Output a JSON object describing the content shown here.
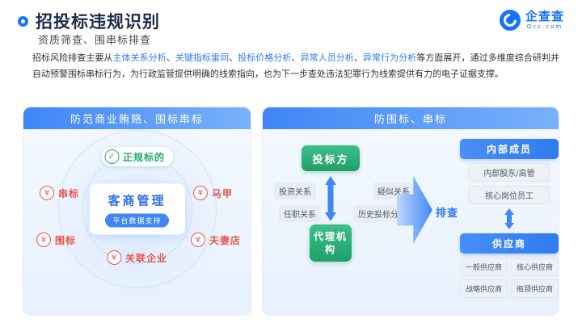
{
  "colors": {
    "accent": "#2f7bf0",
    "green": "#21ad6e",
    "red": "#e8554d",
    "logo_blue": "#1673ff"
  },
  "icons": {
    "check_glyph": "✓",
    "company_glyph": "¥"
  },
  "header": {
    "title": "招投标违规识别",
    "subtitle": "资质筛查、围串标排查"
  },
  "logo": {
    "name": "企查查",
    "domain": "Qcc.com"
  },
  "intro": {
    "segments": [
      {
        "text": "招标风险排查主要从",
        "highlight": false
      },
      {
        "text": "主体关系分析",
        "highlight": true
      },
      {
        "text": "、",
        "highlight": false
      },
      {
        "text": "关键指标雷同",
        "highlight": true
      },
      {
        "text": "、",
        "highlight": false
      },
      {
        "text": "投标价格分析",
        "highlight": true
      },
      {
        "text": "、",
        "highlight": false
      },
      {
        "text": "异常人员分析",
        "highlight": true
      },
      {
        "text": "、",
        "highlight": false
      },
      {
        "text": "异常行为分析",
        "highlight": true
      },
      {
        "text": "等方面展开，通过多维度综合研判并自动预警围标串标行为，为行政监管提供明确的线索指向，也为下一步查处违法犯罪行为线索提供有力的电子证据支撑。",
        "highlight": false
      }
    ]
  },
  "left_panel": {
    "header": "防范商业贿赂、围标串标",
    "center": {
      "title": "客商管理",
      "subtitle": "平台数据支持"
    },
    "good_node": {
      "label": "正规标的"
    },
    "risk_nodes": [
      {
        "label": "串标"
      },
      {
        "label": "围标"
      },
      {
        "label": "马甲"
      },
      {
        "label": "夫妻店"
      },
      {
        "label": "关联企业"
      }
    ]
  },
  "right_panel": {
    "header": "防围标、串标",
    "bidder": "投标方",
    "agency": "代理机构",
    "relations": [
      "投资关系",
      "疑似关系",
      "任职关系",
      "历史投标分析"
    ],
    "arrow_label": "排查",
    "internal": {
      "header": "内部成员",
      "items": [
        "内部股东/高管",
        "核心岗位员工"
      ]
    },
    "supplier": {
      "header": "供应商",
      "items": [
        "一般供应商",
        "核心供应商",
        "战略供应商",
        "瓶颈供应商"
      ]
    }
  }
}
